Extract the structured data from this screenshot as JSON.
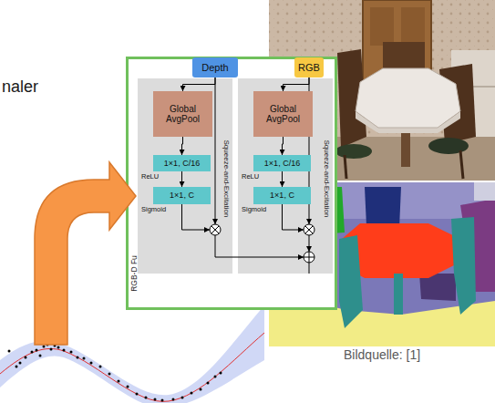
{
  "diagram": {
    "nodes": [
      {
        "text": [
          "RGB-D Fu"
        ]
      },
      {
        "text": [
          "Depth"
        ],
        "in": 0
      },
      {
        "text": [
          "RGB"
        ],
        "in": 0
      },
      {
        "text": [
          "Squeeze-and-Excitation"
        ],
        "in": 0
      },
      {
        "text": [
          "Global AvgPool"
        ],
        "in": 3
      },
      {
        "text": [
          "1×1, C/16"
        ],
        "in": 3
      },
      {
        "text": [
          "1×1, C"
        ],
        "in": 3
      },
      {
        "text": [
          "Squeeze-and-Excitation"
        ],
        "in": 0
      },
      {
        "text": [
          "Global AvgPool"
        ],
        "in": 7
      },
      {
        "text": [
          "1×1, C/16"
        ],
        "in": 7
      },
      {
        "text": [
          "1×1, C"
        ],
        "in": 7
      }
    ],
    "edges": [
      {
        "from": 1,
        "to": 4,
        "arrow": "to"
      },
      {
        "from": 4,
        "to": 5,
        "arrow": "to"
      },
      {
        "from": 5,
        "to": 6,
        "arrow": "to"
      },
      {
        "from": 2,
        "to": 8,
        "arrow": "to"
      },
      {
        "from": 8,
        "to": 9,
        "arrow": "to"
      },
      {
        "from": 9,
        "to": 10,
        "arrow": "to"
      }
    ],
    "labels": [
      "naler",
      "ReLU",
      "Sigmoid",
      "ReLU",
      "Sigmoid",
      "Bildquelle: [1]"
    ]
  }
}
